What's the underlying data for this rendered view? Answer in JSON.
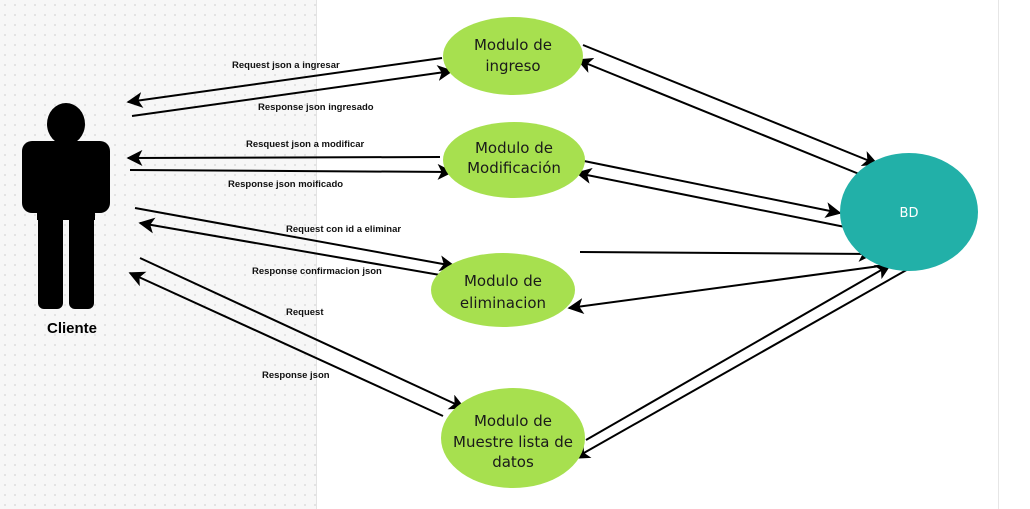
{
  "diagram": {
    "actor": {
      "label": "Cliente"
    },
    "nodes": {
      "ingreso": [
        "Modulo de",
        "ingreso"
      ],
      "modificacion": [
        "Modulo de",
        "Modificación"
      ],
      "eliminacion": [
        "Modulo de",
        "eliminacion"
      ],
      "lista": [
        "Modulo de",
        "Muestre lista de",
        "datos"
      ],
      "bd": "BD"
    },
    "edges": {
      "e1": "Request json a ingresar",
      "e2": "Response json ingresado",
      "e3": "Resquest json a modificar",
      "e4": "Response json moificado",
      "e5": "Request con id a eliminar",
      "e6": "Response confirmacion json",
      "e7": "Request",
      "e8": "Response json"
    },
    "colors": {
      "module_fill": "#a7e04f",
      "bd_fill": "#22b0a8",
      "arrow": "#000000"
    }
  }
}
